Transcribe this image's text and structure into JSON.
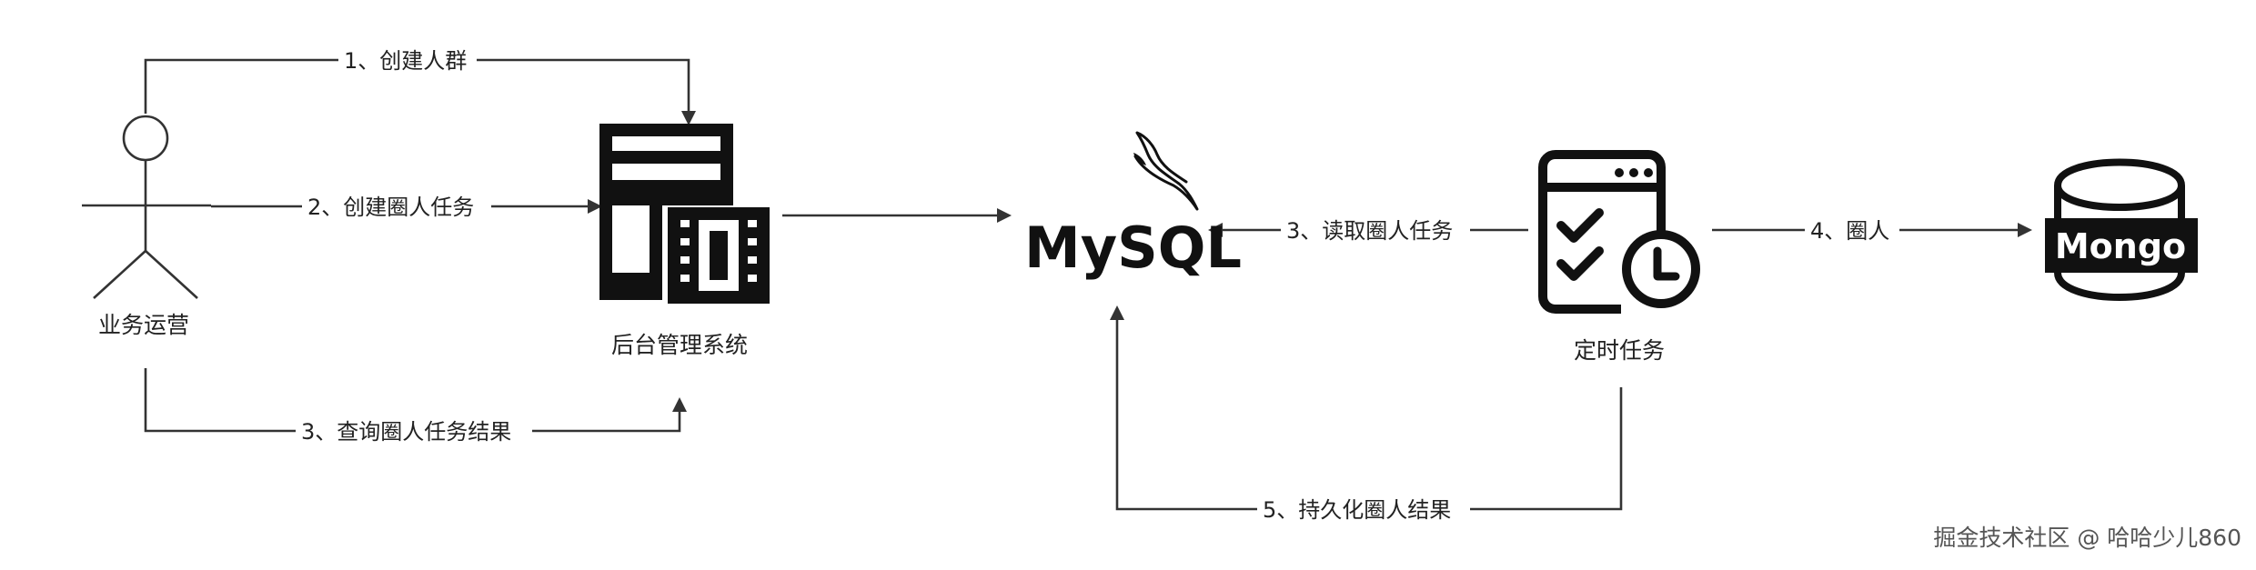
{
  "nodes": {
    "operator": {
      "label": "业务运营"
    },
    "admin_system": {
      "label": "后台管理系统"
    },
    "mysql": {
      "logo_text": "MySQL",
      "icon": "dolphin-icon"
    },
    "scheduled_task": {
      "label": "定时任务",
      "icon": "checklist-clock-icon"
    },
    "mongo": {
      "logo_text": "Mongo",
      "icon": "database-cylinder-icon"
    }
  },
  "edges": {
    "create_crowd": {
      "label": "1、创建人群"
    },
    "create_task": {
      "label": "2、创建圈人任务"
    },
    "query_result": {
      "label": "3、查询圈人任务结果"
    },
    "read_task": {
      "label": "3、读取圈人任务"
    },
    "crowd_to_mongo": {
      "label": "4、圈人"
    },
    "persist_result": {
      "label": "5、持久化圈人结果"
    }
  },
  "watermark": {
    "text": "掘金技术社区 @ 哈哈少儿860"
  },
  "colors": {
    "stroke": "#333333",
    "icon": "#111111",
    "text": "#222222",
    "background": "#ffffff"
  }
}
